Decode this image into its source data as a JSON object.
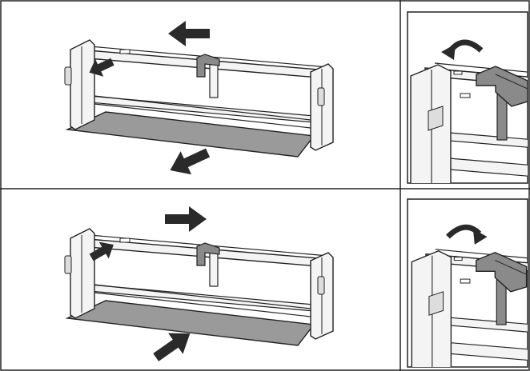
{
  "figure": {
    "panels": [
      {
        "id": "top-main",
        "step": "remove",
        "arrows": [
          "arrow-left",
          "arrow-down-left",
          "arrow-down-left"
        ]
      },
      {
        "id": "top-detail",
        "step": "remove",
        "arrows": [
          "arrow-curved-counterclockwise"
        ]
      },
      {
        "id": "bottom-main",
        "step": "install",
        "arrows": [
          "arrow-right",
          "arrow-up-right",
          "arrow-up-right"
        ]
      },
      {
        "id": "bottom-detail",
        "step": "install",
        "arrows": [
          "arrow-curved-clockwise"
        ]
      }
    ],
    "colors": {
      "line": "#222222",
      "arrow": "#2a2a2a",
      "shelf": "#9a9a9a",
      "bracket": "#8a8a8a",
      "frame_fill": "#f4f4f4"
    }
  }
}
